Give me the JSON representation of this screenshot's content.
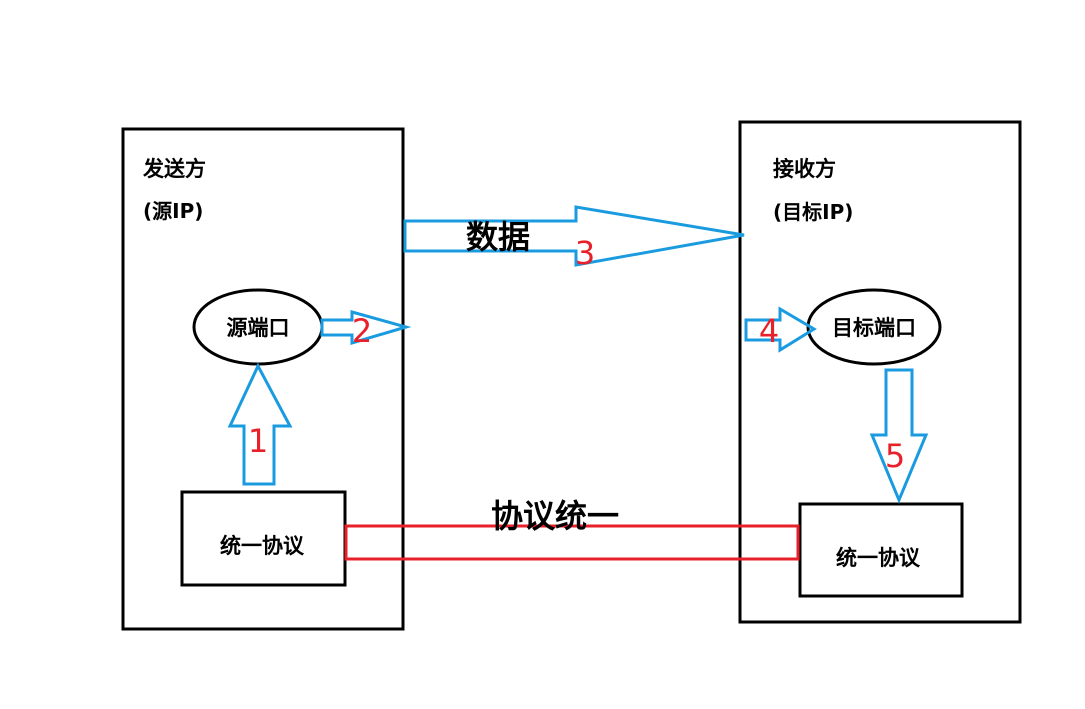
{
  "sender": {
    "title": "发送方",
    "subtitle": "(源IP)",
    "port_label": "源端口",
    "protocol_label": "统一协议"
  },
  "receiver": {
    "title": "接收方",
    "subtitle": "(目标IP)",
    "port_label": "目标端口",
    "protocol_label": "统一协议"
  },
  "data_label": "数据",
  "protocol_link_label": "协议统一",
  "steps": [
    "1",
    "2",
    "3",
    "4",
    "5"
  ],
  "colors": {
    "arrow": "#1a9be0",
    "step_number": "#e8202a",
    "protocol_link": "#e8202a",
    "box_stroke": "#000000"
  }
}
